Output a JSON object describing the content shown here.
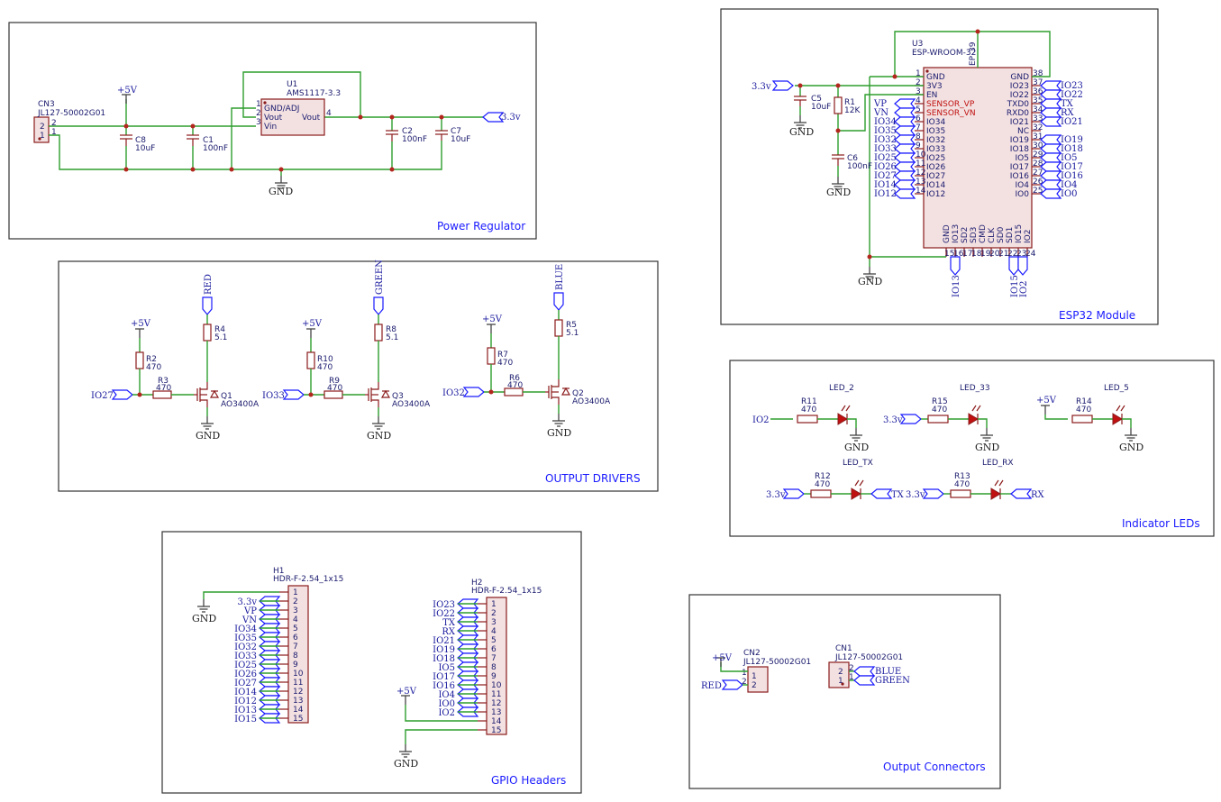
{
  "sheets": {
    "power": "Power Regulator",
    "esp32": "ESP32 Module",
    "drivers": "OUTPUT DRIVERS",
    "leds": "Indicator LEDs",
    "headers": "GPIO Headers",
    "connectors": "Output Connectors"
  },
  "power": {
    "cn3_ref": "CN3",
    "cn3_val": "JL127-50002G01",
    "u1_ref": "U1",
    "u1_val": "AMS1117-3.3",
    "u1_pin_gnd": "GND/ADJ",
    "u1_pin_vout": "Vout",
    "u1_pin_vin": "Vin",
    "u1_pin_vout_r": "Vout",
    "c8_ref": "C8",
    "c8_val": "10uF",
    "c1_ref": "C1",
    "c1_val": "100nF",
    "c2_ref": "C2",
    "c2_val": "100nF",
    "c7_ref": "C7",
    "c7_val": "10uF",
    "plus5v": "+5V",
    "gnd": "GND",
    "out_label": "3.3v",
    "pin2": "2",
    "pin1": "1",
    "pin3": "3",
    "pin4": "4"
  },
  "esp32": {
    "u3_ref": "U3",
    "u3_val": "ESP-WROOM-32",
    "ep": "EP",
    "ep_num": "39",
    "r1_ref": "R1",
    "r1_val": "12K",
    "c5_ref": "C5",
    "c5_val": "10uF",
    "c6_ref": "C6",
    "c6_val": "100nF",
    "in_3v3": "3.3v",
    "gnd": "GND",
    "left_pins": [
      {
        "num": "1",
        "name": "GND"
      },
      {
        "num": "2",
        "name": "3V3"
      },
      {
        "num": "3",
        "name": "EN"
      },
      {
        "num": "4",
        "name": "SENSOR_VP"
      },
      {
        "num": "5",
        "name": "SENSOR_VN"
      },
      {
        "num": "6",
        "name": "IO34"
      },
      {
        "num": "7",
        "name": "IO35"
      },
      {
        "num": "8",
        "name": "IO32"
      },
      {
        "num": "9",
        "name": "IO33"
      },
      {
        "num": "10",
        "name": "IO25"
      },
      {
        "num": "11",
        "name": "IO26"
      },
      {
        "num": "12",
        "name": "IO27"
      },
      {
        "num": "13",
        "name": "IO14"
      },
      {
        "num": "14",
        "name": "IO12"
      }
    ],
    "left_flags": [
      "VP",
      "VN",
      "IO34",
      "IO35",
      "IO32",
      "IO33",
      "IO25",
      "IO26",
      "IO27",
      "IO14",
      "IO12"
    ],
    "right_pins": [
      {
        "num": "38",
        "name": "GND"
      },
      {
        "num": "37",
        "name": "IO23"
      },
      {
        "num": "36",
        "name": "IO22"
      },
      {
        "num": "35",
        "name": "TXD0"
      },
      {
        "num": "34",
        "name": "RXD0"
      },
      {
        "num": "33",
        "name": "IO21"
      },
      {
        "num": "32",
        "name": "NC"
      },
      {
        "num": "31",
        "name": "IO19"
      },
      {
        "num": "30",
        "name": "IO18"
      },
      {
        "num": "29",
        "name": "IO5"
      },
      {
        "num": "28",
        "name": "IO17"
      },
      {
        "num": "27",
        "name": "IO16"
      },
      {
        "num": "26",
        "name": "IO4"
      },
      {
        "num": "25",
        "name": "IO0"
      }
    ],
    "right_flags": [
      "IO23",
      "IO22",
      "TX",
      "RX",
      "IO21",
      "",
      "IO19",
      "IO18",
      "IO5",
      "IO17",
      "IO16",
      "IO4",
      "IO0"
    ],
    "bottom_pins": [
      {
        "num": "15",
        "name": "GND"
      },
      {
        "num": "16",
        "name": "IO13"
      },
      {
        "num": "17",
        "name": "SD2"
      },
      {
        "num": "18",
        "name": "SD3"
      },
      {
        "num": "19",
        "name": "CMD"
      },
      {
        "num": "20",
        "name": "CLK"
      },
      {
        "num": "21",
        "name": "SD0"
      },
      {
        "num": "22",
        "name": "SD1"
      },
      {
        "num": "23",
        "name": "IO15"
      },
      {
        "num": "24",
        "name": "IO2"
      }
    ],
    "bottom_flags": [
      "IO13",
      "IO15",
      "IO2"
    ]
  },
  "drivers": [
    {
      "plus": "+5V",
      "rpull": "R2",
      "rpull_val": "470",
      "rgate": "R3",
      "rgate_val": "470",
      "rload": "R4",
      "rload_val": "5.1",
      "q": "Q1",
      "q_val": "AO3400A",
      "in": "IO27",
      "out": "RED",
      "gnd": "GND"
    },
    {
      "plus": "+5V",
      "rpull": "R10",
      "rpull_val": "470",
      "rgate": "R9",
      "rgate_val": "470",
      "rload": "R8",
      "rload_val": "5.1",
      "q": "Q3",
      "q_val": "AO3400A",
      "in": "IO33",
      "out": "GREEN",
      "gnd": "GND"
    },
    {
      "plus": "+5V",
      "rpull": "R7",
      "rpull_val": "470",
      "rgate": "R6",
      "rgate_val": "470",
      "rload": "R5",
      "rload_val": "5.1",
      "q": "Q2",
      "q_val": "AO3400A",
      "in": "IO32",
      "out": "BLUE",
      "gnd": "GND"
    }
  ],
  "leds": [
    {
      "name": "LED_2",
      "r": "R11",
      "rv": "470",
      "in": "IO2",
      "out": "GND"
    },
    {
      "name": "LED_33",
      "r": "R15",
      "rv": "470",
      "in": "3.3v",
      "out": "GND"
    },
    {
      "name": "LED_5",
      "r": "R14",
      "rv": "470",
      "in": "+5V",
      "out": "GND"
    },
    {
      "name": "LED_TX",
      "r": "R12",
      "rv": "470",
      "in": "3.3v",
      "out": "TX"
    },
    {
      "name": "LED_RX",
      "r": "R13",
      "rv": "470",
      "in": "3.3v",
      "out": "RX"
    }
  ],
  "headers": {
    "h1_ref": "H1",
    "h1_val": "HDR-F-2.54_1x15",
    "h1_gnd": "GND",
    "h1_nets": [
      "",
      "3.3v",
      "VP",
      "VN",
      "IO34",
      "IO35",
      "IO32",
      "IO33",
      "IO25",
      "IO26",
      "IO27",
      "IO14",
      "IO12",
      "IO13",
      "IO15"
    ],
    "h2_ref": "H2",
    "h2_val": "HDR-F-2.54_1x15",
    "h2_nets": [
      "IO23",
      "IO22",
      "TX",
      "RX",
      "IO21",
      "IO19",
      "IO18",
      "IO5",
      "IO17",
      "IO16",
      "IO4",
      "IO0",
      "IO2",
      "",
      ""
    ],
    "h2_plus": "+5V",
    "h2_gnd": "GND",
    "pins": [
      "1",
      "2",
      "3",
      "4",
      "5",
      "6",
      "7",
      "8",
      "9",
      "10",
      "11",
      "12",
      "13",
      "14",
      "15"
    ]
  },
  "connectors": {
    "cn2_ref": "CN2",
    "cn2_val": "JL127-50002G01",
    "cn2_plus": "+5V",
    "cn2_red": "RED",
    "cn1_ref": "CN1",
    "cn1_val": "JL127-50002G01",
    "cn1_blue": "BLUE",
    "cn1_green": "GREEN",
    "p1": "1",
    "p2": "2"
  }
}
